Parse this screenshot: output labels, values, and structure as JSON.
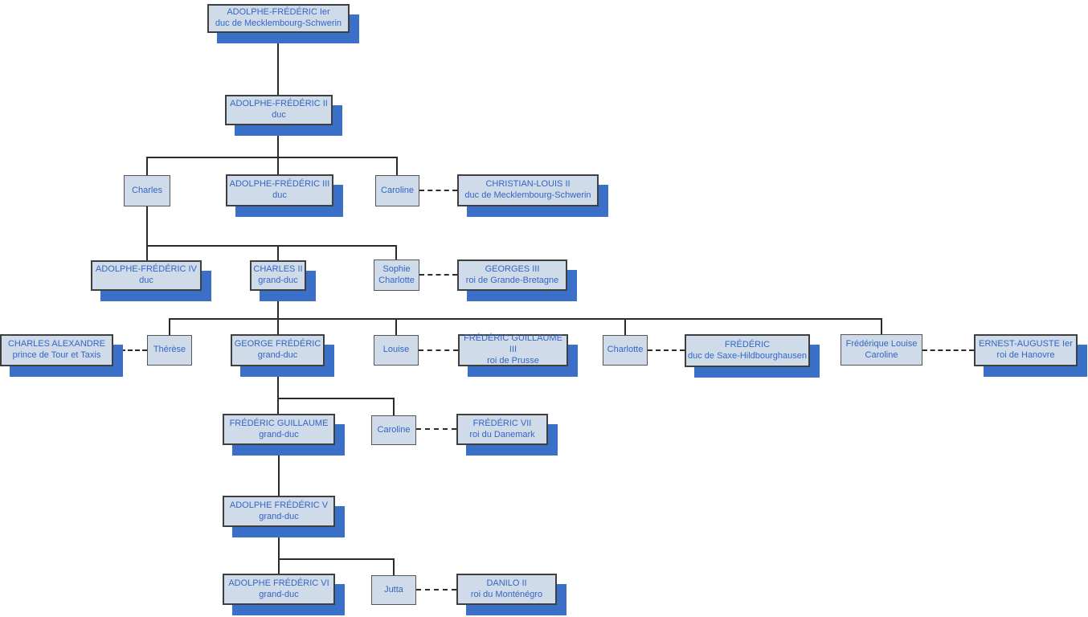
{
  "diagram_title": "",
  "colors": {
    "box_fill": "#cfdbe9",
    "box_border": "#3f3f3f",
    "spouse_border": "#555555",
    "shadow_blue": "#3a70c8",
    "text_blue": "#3565c4",
    "line": "#2b2b2b",
    "background": "#ffffff"
  },
  "nodes": {
    "af1": {
      "name": "ADOLPHE-FRÉDÉRIC Ier",
      "title": "duc de Mecklembourg-Schwerin"
    },
    "af2": {
      "name": "ADOLPHE-FRÉDÉRIC II",
      "title": "duc"
    },
    "charles": {
      "name": "Charles"
    },
    "af3": {
      "name": "ADOLPHE-FRÉDÉRIC III",
      "title": "duc"
    },
    "caroline1": {
      "name": "Caroline"
    },
    "christian_louis2": {
      "name": "CHRISTIAN-LOUIS II",
      "title": "duc de Mecklembourg-Schwerin"
    },
    "af4": {
      "name": "ADOLPHE-FRÉDÉRIC IV",
      "title": "duc"
    },
    "charles2": {
      "name": "CHARLES II",
      "title": "grand-duc"
    },
    "sophie_charlotte": {
      "name": "Sophie Charlotte"
    },
    "georges3": {
      "name": "GEORGES III",
      "title": "roi de Grande-Bretagne"
    },
    "charles_alexandre": {
      "name": "CHARLES ALEXANDRE",
      "title": "prince de Tour et Taxis"
    },
    "therese": {
      "name": "Thérèse"
    },
    "george_frederic": {
      "name": "GEORGE FRÉDÉRIC",
      "title": "grand-duc"
    },
    "louise": {
      "name": "Louise"
    },
    "fg3": {
      "name": "FRÉDÉRIC GUILLAUME III",
      "title": "roi de Prusse"
    },
    "charlotte": {
      "name": "Charlotte"
    },
    "frederic_saxe": {
      "name": "FRÉDÉRIC",
      "title": "duc de Saxe-Hildbourghausen"
    },
    "frederique_louise": {
      "name": "Frédérique Louise Caroline"
    },
    "ernest_auguste": {
      "name": "ERNEST-AUGUSTE Ier",
      "title": "roi de Hanovre"
    },
    "frederic_guillaume": {
      "name": "FRÉDÉRIC GUILLAUME",
      "title": "grand-duc"
    },
    "caroline2": {
      "name": "Caroline"
    },
    "frederic7": {
      "name": "FRÉDÉRIC VII",
      "title": "roi du Danemark"
    },
    "af5": {
      "name": "ADOLPHE FRÉDÉRIC V",
      "title": "grand-duc"
    },
    "af6": {
      "name": "ADOLPHE FRÉDÉRIC VI",
      "title": "grand-duc"
    },
    "jutta": {
      "name": "Jutta"
    },
    "danilo2": {
      "name": "DANILO II",
      "title": "roi du Monténégro"
    }
  },
  "edges": {
    "descent": [
      [
        "af1",
        "af2"
      ],
      [
        "af2",
        "charles"
      ],
      [
        "af2",
        "af3"
      ],
      [
        "af2",
        "caroline1"
      ],
      [
        "charles",
        "af4"
      ],
      [
        "charles",
        "charles2"
      ],
      [
        "charles",
        "sophie_charlotte"
      ],
      [
        "charles2",
        "therese"
      ],
      [
        "charles2",
        "george_frederic"
      ],
      [
        "charles2",
        "louise"
      ],
      [
        "charles2",
        "charlotte"
      ],
      [
        "charles2",
        "frederique_louise"
      ],
      [
        "george_frederic",
        "frederic_guillaume"
      ],
      [
        "george_frederic",
        "caroline2"
      ],
      [
        "frederic_guillaume",
        "af5"
      ],
      [
        "af5",
        "af6"
      ],
      [
        "af5",
        "jutta"
      ]
    ],
    "marriage": [
      [
        "caroline1",
        "christian_louis2"
      ],
      [
        "sophie_charlotte",
        "georges3"
      ],
      [
        "charles_alexandre",
        "therese"
      ],
      [
        "louise",
        "fg3"
      ],
      [
        "charlotte",
        "frederic_saxe"
      ],
      [
        "frederique_louise",
        "ernest_auguste"
      ],
      [
        "caroline2",
        "frederic7"
      ],
      [
        "jutta",
        "danilo2"
      ]
    ]
  }
}
